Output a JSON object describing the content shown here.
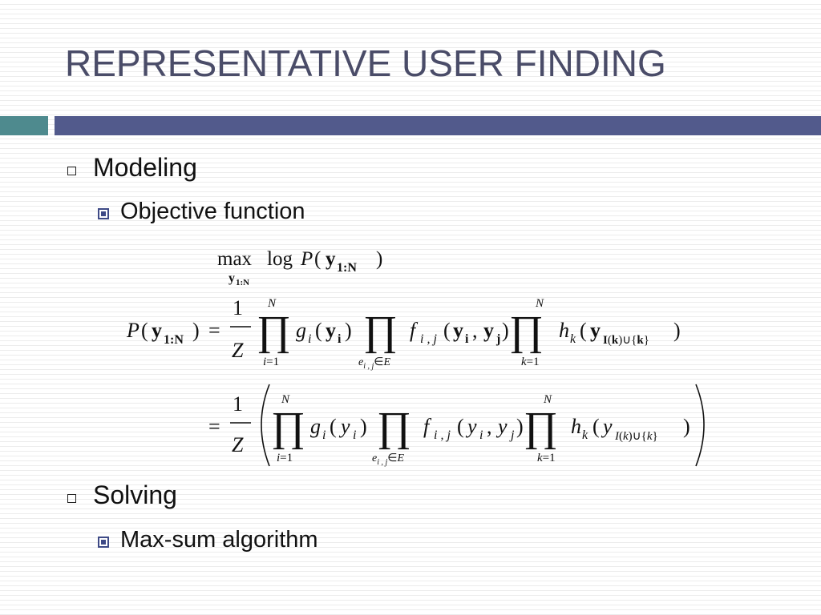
{
  "slide": {
    "title": "REPRESENTATIVE USER FINDING",
    "bullets": [
      {
        "label": "Modeling",
        "sub": [
          "Objective function"
        ]
      },
      {
        "label": "Solving",
        "sub": [
          "Max-sum algorithm"
        ]
      }
    ]
  },
  "equations": {
    "objective": {
      "text": "max log P(y1:N)",
      "sub": "y1:N"
    },
    "factorization": {
      "lhs": "P(y1:N)",
      "line1": "= 1/Z ∏_{i=1}^{N} g_i(y_i) ∏_{e_{i,j}∈E} f_{i,j}(y_i, y_j) ∏_{k=1}^{N} h_k(y_{I(k)∪{k}})",
      "line2": "= 1/Z ( ∏_{i=1}^{N} g_i(y_i) ∏_{e_{i,j}∈E} f_{i,j}(y_i, y_j) ∏_{k=1}^{N} h_k(y_{I(k)∪{k}}) )"
    }
  },
  "colors": {
    "title": "#4a4c68",
    "bar_teal": "#4e8a8e",
    "bar_navy": "#525a8c",
    "bullet_sub": "#3e4a86"
  }
}
